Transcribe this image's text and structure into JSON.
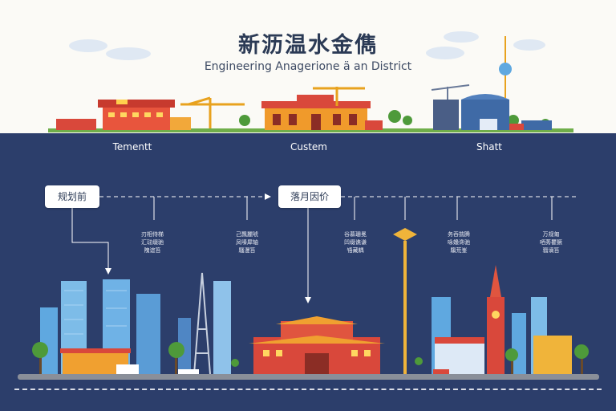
{
  "header": {
    "title": "新沥温水金儁",
    "subtitle": "Engineering Anagerione ä an District"
  },
  "zones": [
    {
      "label": "Tementt"
    },
    {
      "label": "Custem"
    },
    {
      "label": "Shatt"
    }
  ],
  "boxes": [
    {
      "label": "规划前"
    },
    {
      "label": "落月因价"
    }
  ],
  "notes": [
    {
      "line1": "刃相侍梯",
      "line2": "汇琺缀驰",
      "line3": "隗谊笞"
    },
    {
      "line1": "己飄麗唬",
      "line2": "凤嗪犀轴",
      "line3": "騷漫笞"
    },
    {
      "line1": "谷慕珊冕",
      "line2": "凹缀谯谦",
      "line3": "啎藏耦"
    },
    {
      "line1": "务吞揣腾",
      "line2": "咏嬝谗驰",
      "line3": "騶荒峯"
    },
    {
      "line1": "万规匍",
      "line2": "哂莠瞿獗",
      "line3": "骝谪笞"
    }
  ],
  "colors": {
    "navy": "#2c3e6b",
    "cream": "#fbfaf6",
    "accent_red": "#d9483b",
    "accent_orange": "#f0a030",
    "sky_blue": "#5fa8e0"
  }
}
